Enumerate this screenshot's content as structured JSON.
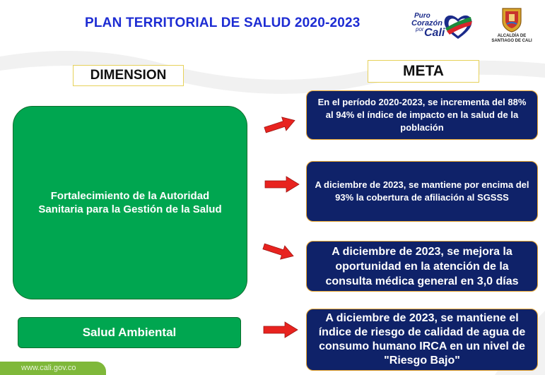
{
  "title": "PLAN TERRITORIAL DE SALUD 2020-2023",
  "logos": {
    "puro_line1": "Puro",
    "puro_line2": "Corazón",
    "puro_line3": "por",
    "puro_line4": "Cali",
    "alcaldia_line1": "ALCALDÍA DE",
    "alcaldia_line2": "SANTIAGO DE CALI"
  },
  "headers": {
    "dimension": "DIMENSION",
    "meta": "META"
  },
  "dimensions": [
    "Fortalecimiento de la Autoridad Sanitaria para la Gestión de la Salud",
    "Salud Ambiental"
  ],
  "metas": [
    "En el período 2020-2023, se incrementa del 88% al 94% el índice de impacto en la salud de la población",
    "A diciembre de 2023, se mantiene por encima del 93% la cobertura de afiliación al SGSSS",
    "A diciembre de 2023, se mejora la oportunidad en la atención de la consulta médica general en 3,0 días",
    "A diciembre de 2023, se mantiene el índice de riesgo de calidad de agua de consumo humano IRCA en un nivel de \"Riesgo Bajo\""
  ],
  "footer": {
    "website": "www.cali.gov.co"
  },
  "icons": {
    "arrow": "red-arrow-icon",
    "heart": "heart-icon",
    "shield": "coat-of-arms-icon"
  },
  "colors": {
    "title": "#1d2cd3",
    "green": "#00a650",
    "navy": "#0f2269",
    "arrow": "#e8231f",
    "gold": "#e8a52e"
  }
}
